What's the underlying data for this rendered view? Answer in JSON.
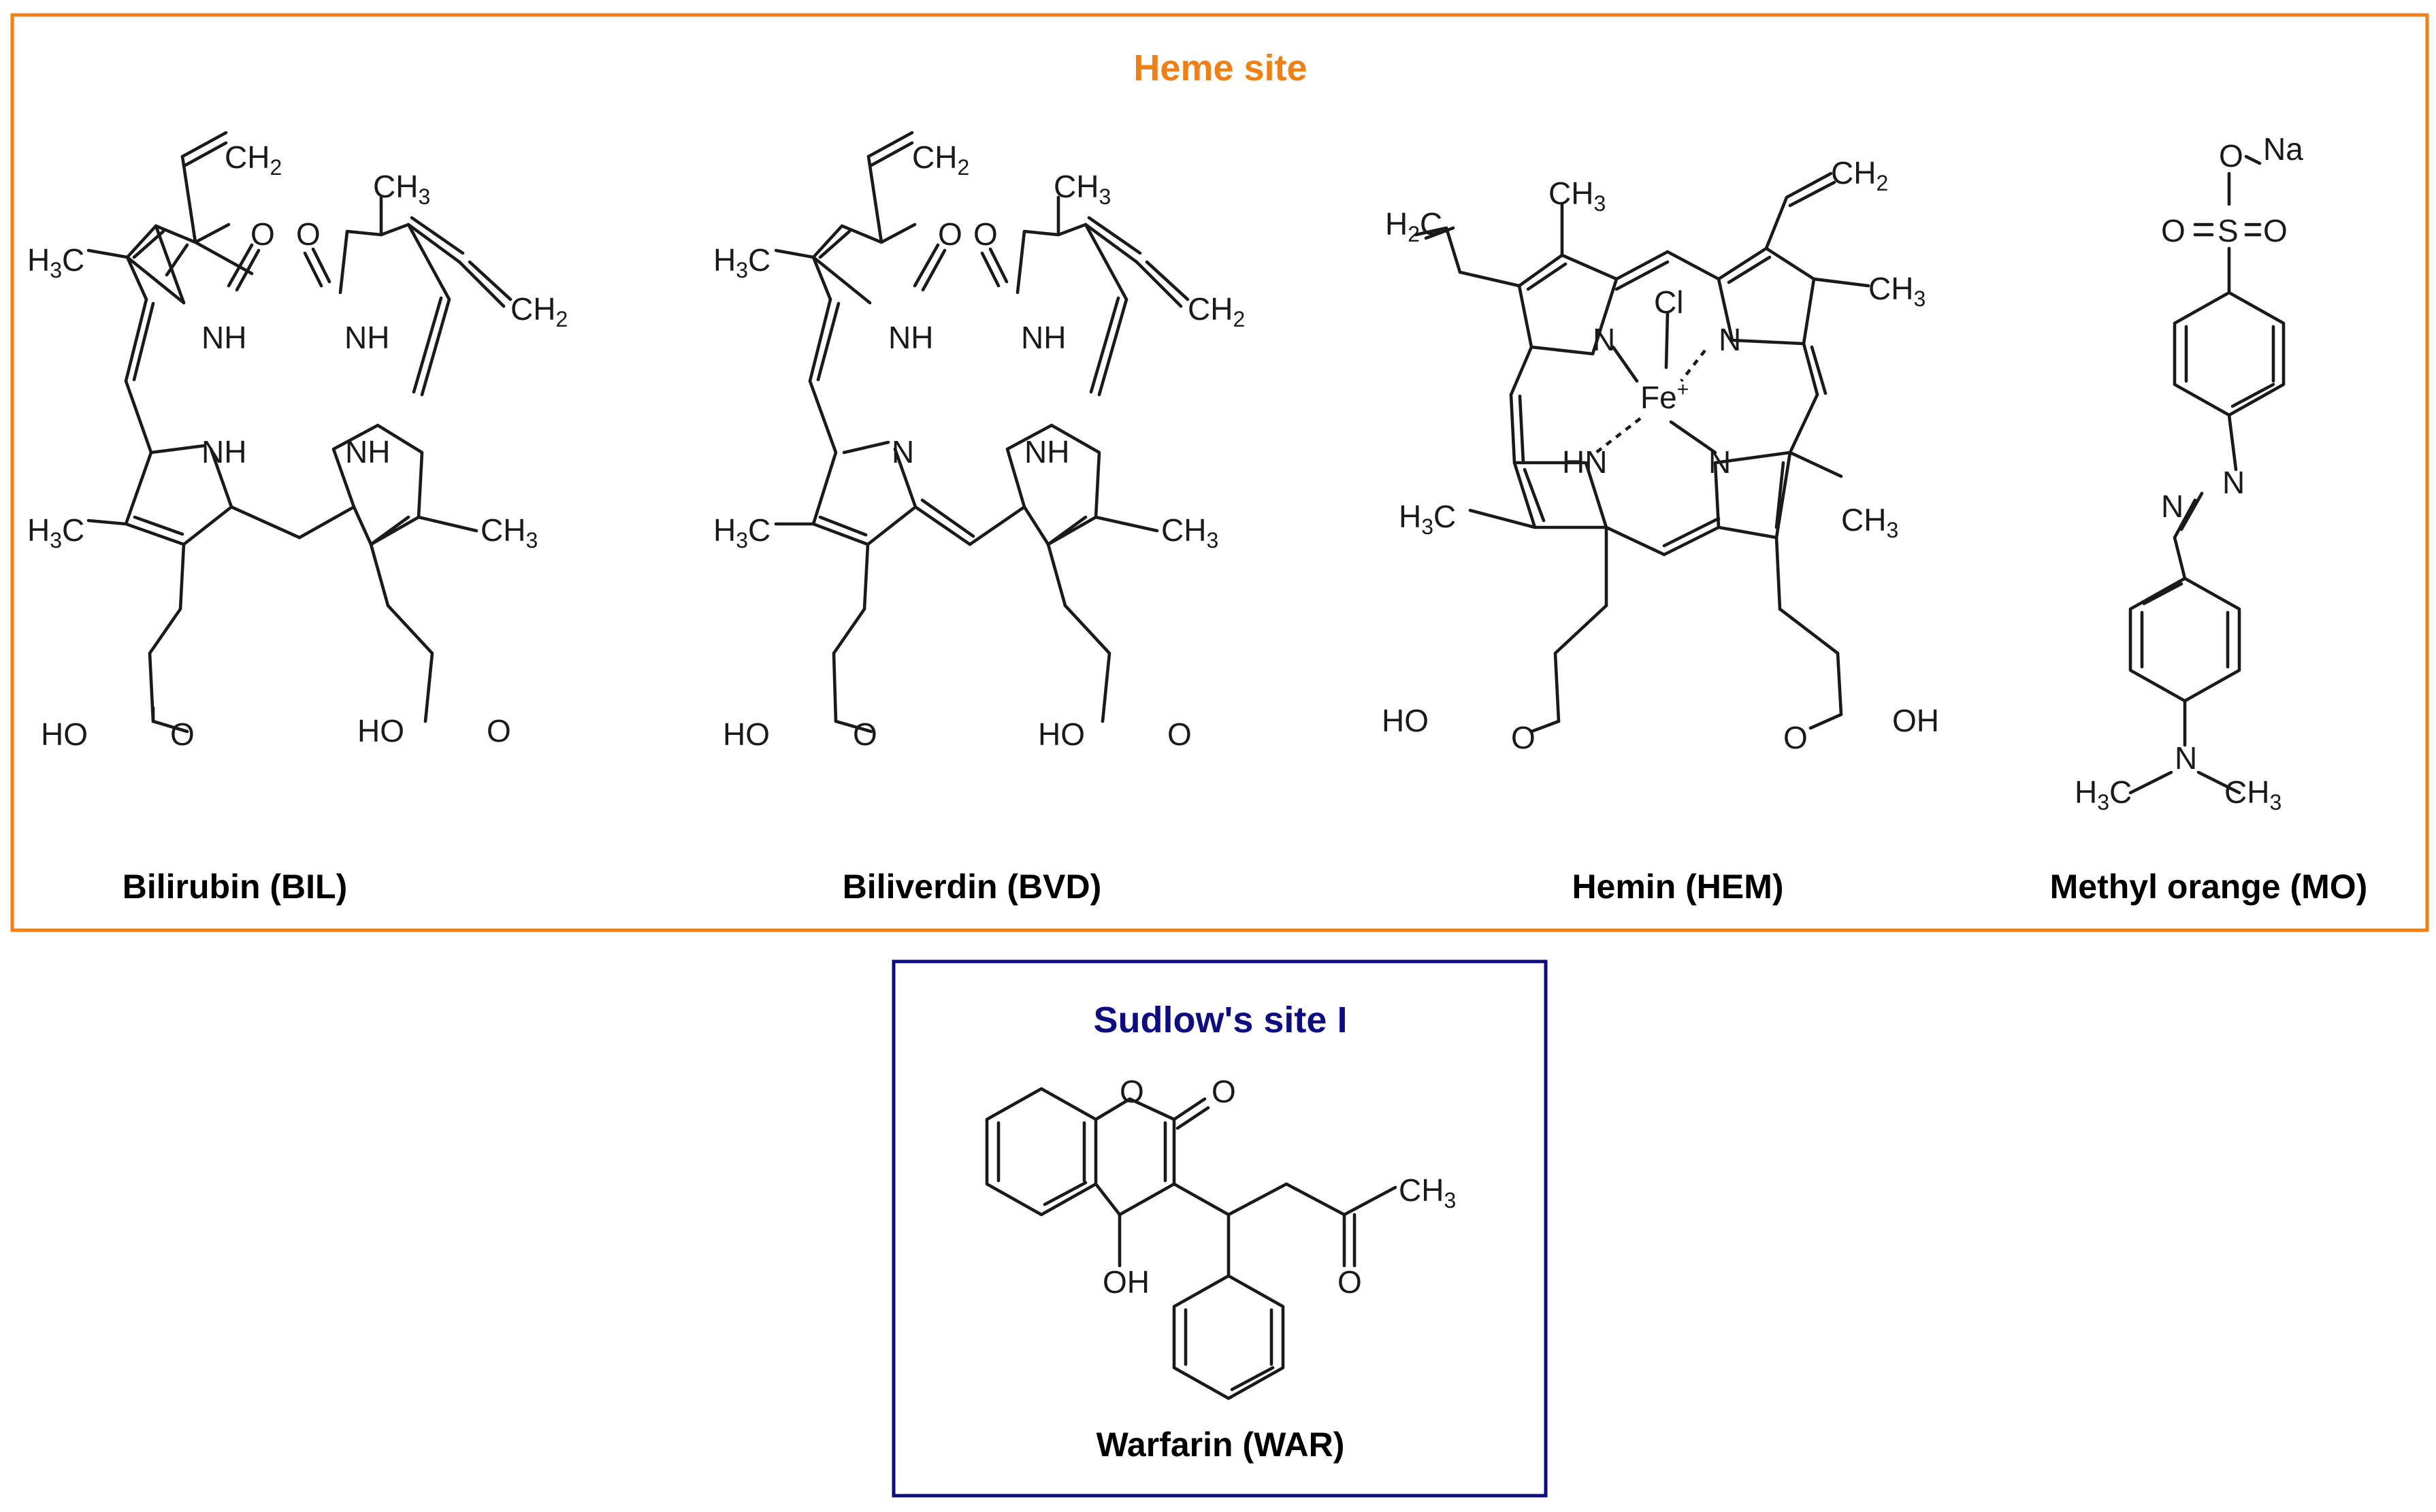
{
  "colors": {
    "heme_accent": "#F07F15",
    "sudlow_accent": "#0D0D80",
    "ink": "#1a1a1a"
  },
  "groups": {
    "heme": {
      "title": "Heme site"
    },
    "sudlow": {
      "title": "Sudlow's site I"
    }
  },
  "molecules": [
    {
      "name": "Bilirubin (BIL)",
      "group": "heme"
    },
    {
      "name": "Biliverdin (BVD)",
      "group": "heme"
    },
    {
      "name": "Hemin (HEM)",
      "group": "heme"
    },
    {
      "name": "Methyl orange (MO)",
      "group": "heme"
    },
    {
      "name": "Warfarin (WAR)",
      "group": "sudlow"
    }
  ],
  "atom_labels": {
    "ch2": "CH2",
    "ch3": "CH3",
    "h3c": "H3C",
    "h2c": "H2C",
    "o": "O",
    "nh": "NH",
    "hn": "HN",
    "n": "N",
    "ho": "HO",
    "oh": "OH",
    "cl": "Cl",
    "fe": "Fe+",
    "na": "Na",
    "s": "S"
  }
}
